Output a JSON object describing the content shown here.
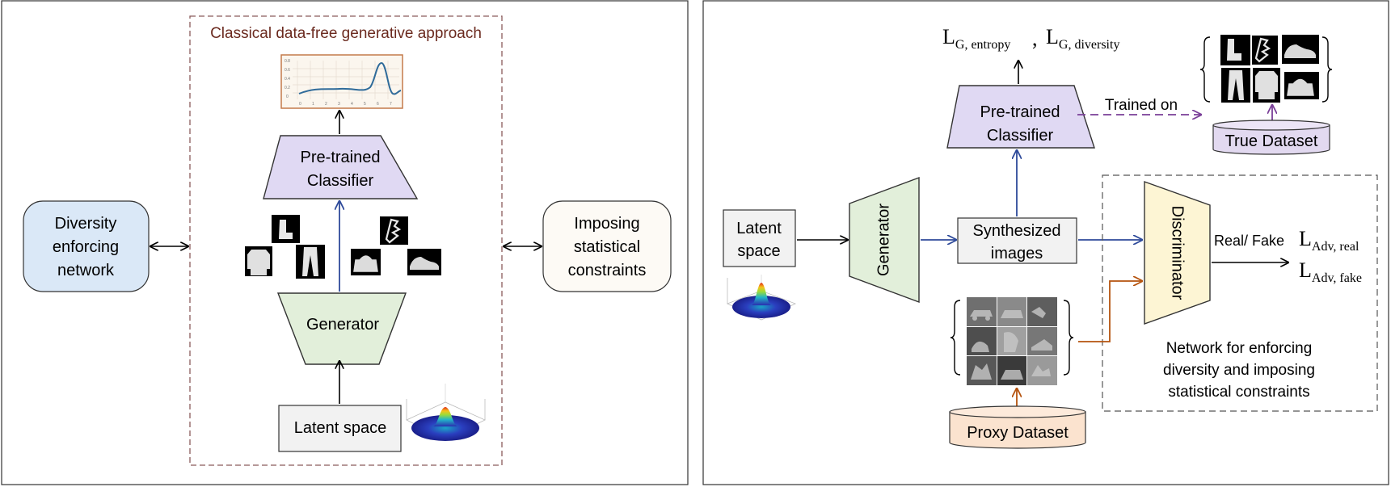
{
  "left_panel": {
    "title": "Classical data-free generative approach",
    "diversity_box": [
      "Diversity",
      "enforcing",
      "network"
    ],
    "constraints_box": [
      "Imposing",
      "statistical",
      "constraints"
    ],
    "classifier": [
      "Pre-trained",
      "Classifier"
    ],
    "generator": "Generator",
    "latent": "Latent space"
  },
  "right_panel": {
    "loss_entropy_main": "L",
    "loss_entropy_sub": "G, entropy",
    "loss_sep": ",",
    "loss_diversity_main": "L",
    "loss_diversity_sub": "G, diversity",
    "classifier": [
      "Pre-trained",
      "Classifier"
    ],
    "trained_on": "Trained on",
    "true_dataset": "True Dataset",
    "latent": [
      "Latent",
      "space"
    ],
    "generator": "Generator",
    "synthesized": [
      "Synthesized",
      "images"
    ],
    "discriminator": "Discriminator",
    "real_fake": "Real/ Fake",
    "loss_real_main": "L",
    "loss_real_sub": "Adv, real",
    "loss_fake_main": "L",
    "loss_fake_sub": "Adv, fake",
    "network_caption": [
      "Network for enforcing",
      "diversity and imposing",
      "statistical constraints"
    ],
    "proxy_dataset": "Proxy Dataset"
  },
  "colors": {
    "classifier_fill": "#e0d9f3",
    "generator_fill": "#e2efda",
    "diversity_fill": "#dae8f7",
    "constraints_fill": "#fdfaf5",
    "discriminator_fill": "#fdf5d4",
    "proxy_fill": "#fbe3cf",
    "true_fill": "#e2d9f0",
    "blue_arrow": "#2e4a9a",
    "purple_arrow": "#7a3f98",
    "orange_arrow": "#b5530e",
    "dashed_border": "#8a5a5a"
  }
}
